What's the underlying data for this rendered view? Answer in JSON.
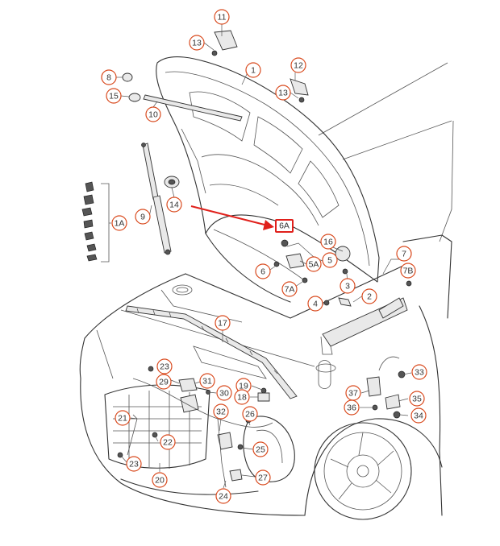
{
  "diagram": {
    "highlight": {
      "label": "6A",
      "color": "#e0201b"
    },
    "callout_color": "#d94a1e",
    "callouts": [
      {
        "id": "c11",
        "label": "11"
      },
      {
        "id": "c13a",
        "label": "13"
      },
      {
        "id": "c1",
        "label": "1"
      },
      {
        "id": "c12",
        "label": "12"
      },
      {
        "id": "c8",
        "label": "8"
      },
      {
        "id": "c13b",
        "label": "13"
      },
      {
        "id": "c15",
        "label": "15"
      },
      {
        "id": "c10",
        "label": "10"
      },
      {
        "id": "c14",
        "label": "14"
      },
      {
        "id": "c9",
        "label": "9"
      },
      {
        "id": "c1A",
        "label": "1A"
      },
      {
        "id": "c16",
        "label": "16"
      },
      {
        "id": "c5",
        "label": "5"
      },
      {
        "id": "c5A",
        "label": "5A"
      },
      {
        "id": "c6",
        "label": "6"
      },
      {
        "id": "c7A",
        "label": "7A"
      },
      {
        "id": "c7",
        "label": "7"
      },
      {
        "id": "c7B",
        "label": "7B"
      },
      {
        "id": "c3",
        "label": "3"
      },
      {
        "id": "c2",
        "label": "2"
      },
      {
        "id": "c4",
        "label": "4"
      },
      {
        "id": "c17",
        "label": "17"
      },
      {
        "id": "c23a",
        "label": "23"
      },
      {
        "id": "c29",
        "label": "29"
      },
      {
        "id": "c31",
        "label": "31"
      },
      {
        "id": "c19",
        "label": "19"
      },
      {
        "id": "c30",
        "label": "30"
      },
      {
        "id": "c18",
        "label": "18"
      },
      {
        "id": "c33",
        "label": "33"
      },
      {
        "id": "c37",
        "label": "37"
      },
      {
        "id": "c35",
        "label": "35"
      },
      {
        "id": "c36",
        "label": "36"
      },
      {
        "id": "c34",
        "label": "34"
      },
      {
        "id": "c32",
        "label": "32"
      },
      {
        "id": "c26",
        "label": "26"
      },
      {
        "id": "c21",
        "label": "21"
      },
      {
        "id": "c22",
        "label": "22"
      },
      {
        "id": "c25",
        "label": "25"
      },
      {
        "id": "c23b",
        "label": "23"
      },
      {
        "id": "c20",
        "label": "20"
      },
      {
        "id": "c27",
        "label": "27"
      },
      {
        "id": "c24",
        "label": "24"
      }
    ]
  }
}
